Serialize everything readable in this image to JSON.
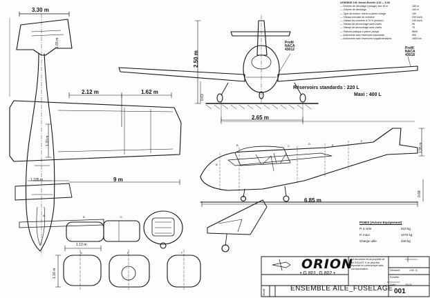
{
  "drawing": {
    "plan_view": {
      "span_label": "3.30 m",
      "dims": [
        "2.12 m",
        "1.62 m",
        "1.235 m",
        "9 m",
        "1.20 m",
        "1.65 m"
      ],
      "left_dim": "1.65 m"
    },
    "front_view": {
      "height_label": "2.50 m",
      "ground_label": "0.63",
      "profile_root": {
        "line1": "Profil",
        "line2": "NACA",
        "line3": "43012"
      },
      "profile_tip": {
        "line1": "Profil",
        "line2": "NACA",
        "line3": "43018"
      },
      "track_label": "2.65 m",
      "tank_standard": "Réservoirs standards : 220 L",
      "tank_max": "Maxi : 400 L"
    },
    "side_view": {
      "length_label": "6.85 m",
      "tail_height": "1.95 m",
      "ground_clear": "0.68",
      "section_letters": [
        "A",
        "B",
        "C",
        "D",
        "E",
        "F"
      ]
    },
    "sections": {
      "width_label": "1.12 m",
      "height_label": "1.16 m",
      "letters": [
        "A",
        "B",
        "C",
        "D",
        "E",
        "F"
      ]
    }
  },
  "notes": {
    "header": "LEGENDE   J.M. Goulet   Échelle 1/15 — 6.00",
    "items": [
      "— Entrées de décollage (cavage) des 15 m",
      "— Volume de décollage",
      "— Type de moteur retenu a pleine charge",
      "— Vitesse normale de croisière",
      "— Vitesse de croisière à 75 % (moteur)",
      "— Vitesse de décrochage sans volets",
      "— Vitesse de décrochage avec volets",
      "— Plafond pratique a pleine charge",
      "— Autonomie avec réservoirs standards",
      "— Autonomie avec réservoirs supplémentaires"
    ],
    "values": [
      "155 m",
      "160 m",
      "150",
      "250 km/h",
      "240 km/h",
      "95",
      "70",
      "5800",
      "900",
      "1800 km"
    ]
  },
  "weights": {
    "title": "POIDS (Avions Equipement)",
    "rows": [
      {
        "label": "P. à vide",
        "value": "610 kg"
      },
      {
        "label": "P. maxi",
        "value": "1070 kg"
      },
      {
        "label": "Charge utile",
        "value": "440 kg"
      }
    ]
  },
  "title_block": {
    "name": "ORION",
    "models": "• G 801, G 802 •",
    "subtitle": "ENSEMBLE  AILE_FUSELAGE",
    "notice": "Ce document est la propriété de Mr GOULET. Il ne peut être reproduit ou communiqué sans son autorisation.",
    "dessine_label": "Dessiné",
    "dessine_value": "J.M. G.",
    "echelle_label": "Echelle",
    "date_label": "Date",
    "date_value": "15.01.",
    "drawing_number": "001",
    "modif_label": "Modif."
  }
}
